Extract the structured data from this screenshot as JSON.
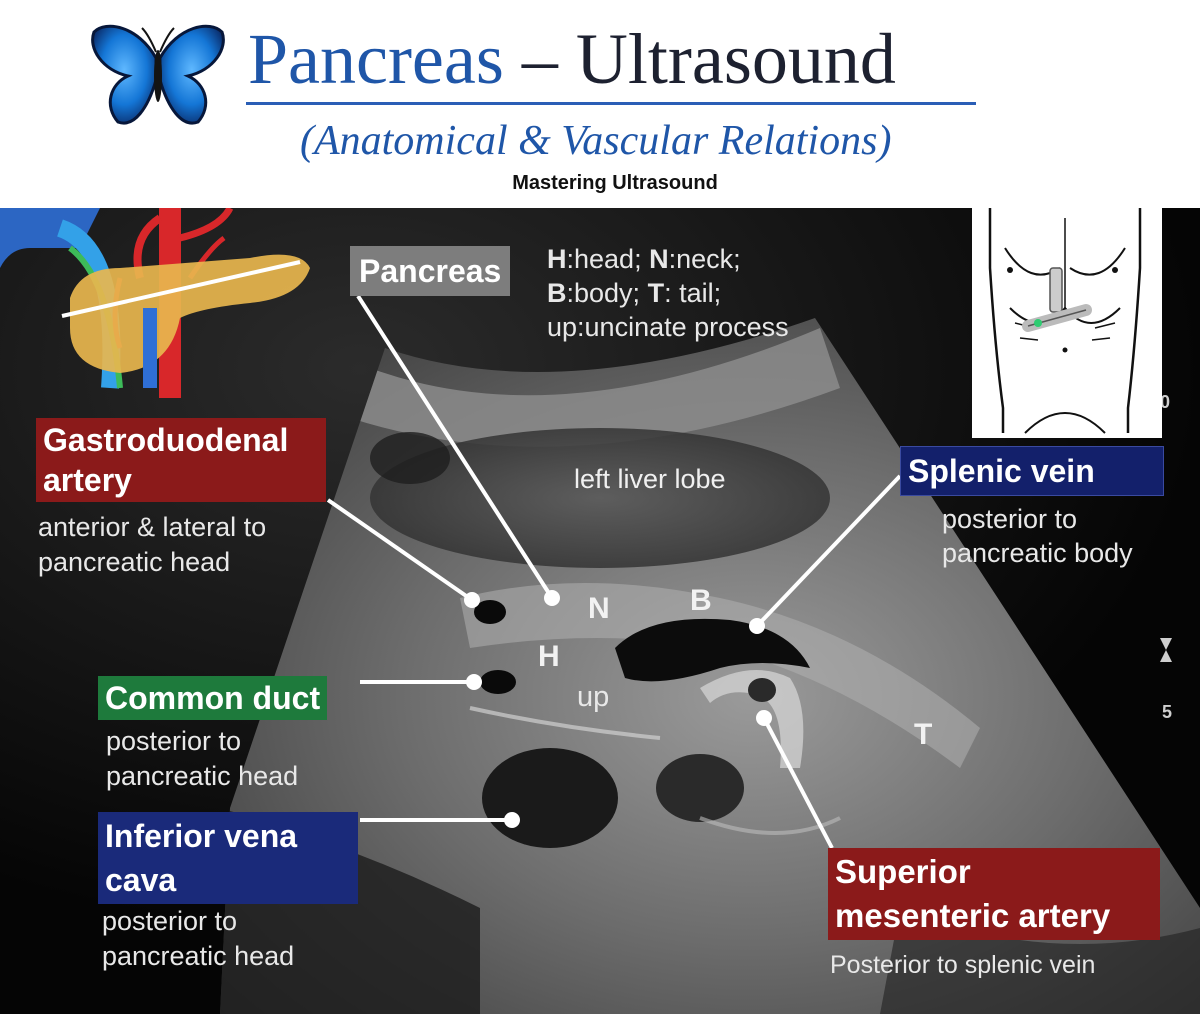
{
  "header": {
    "title_part1": "Pancreas",
    "title_dash": " – ",
    "title_part2": "Ultrasound",
    "subtitle": "(Anatomical & Vascular Relations)",
    "brand": "Mastering Ultrasound"
  },
  "legend": {
    "pancreas_label": "Pancreas",
    "line1": {
      "k1": "H",
      "v1": ":head; ",
      "k2": "N",
      "v2": ":neck;"
    },
    "line2": {
      "k1": "B",
      "v1": ":body; ",
      "k2": "T",
      "v2": ": tail;"
    },
    "line3": "up:uncinate process"
  },
  "image_labels": {
    "left_liver_lobe": "left liver lobe",
    "H": "H",
    "N": "N",
    "B": "B",
    "up": "up",
    "T": "T"
  },
  "callouts": {
    "gastroduodenal": {
      "title": "Gastroduodenal artery",
      "desc1": "anterior & lateral to",
      "desc2": "pancreatic head",
      "color": "#8b1a1a"
    },
    "common_duct": {
      "title": "Common duct",
      "desc1": "posterior to",
      "desc2": "pancreatic head",
      "color": "#1e7a3c"
    },
    "ivc": {
      "title": "Inferior vena cava",
      "desc1": "posterior to",
      "desc2": "pancreatic head",
      "color": "#1a2a7a"
    },
    "splenic_vein": {
      "title": "Splenic vein",
      "desc1": "posterior to",
      "desc2": "pancreatic body",
      "color": "#13206b"
    },
    "sma": {
      "title": "Superior mesenteric artery",
      "desc1": "Posterior to splenic vein",
      "color": "#8b1a1a"
    }
  },
  "icons": [
    "butterfly-logo-icon",
    "pancreas-anatomy-icon",
    "torso-probe-icon"
  ]
}
